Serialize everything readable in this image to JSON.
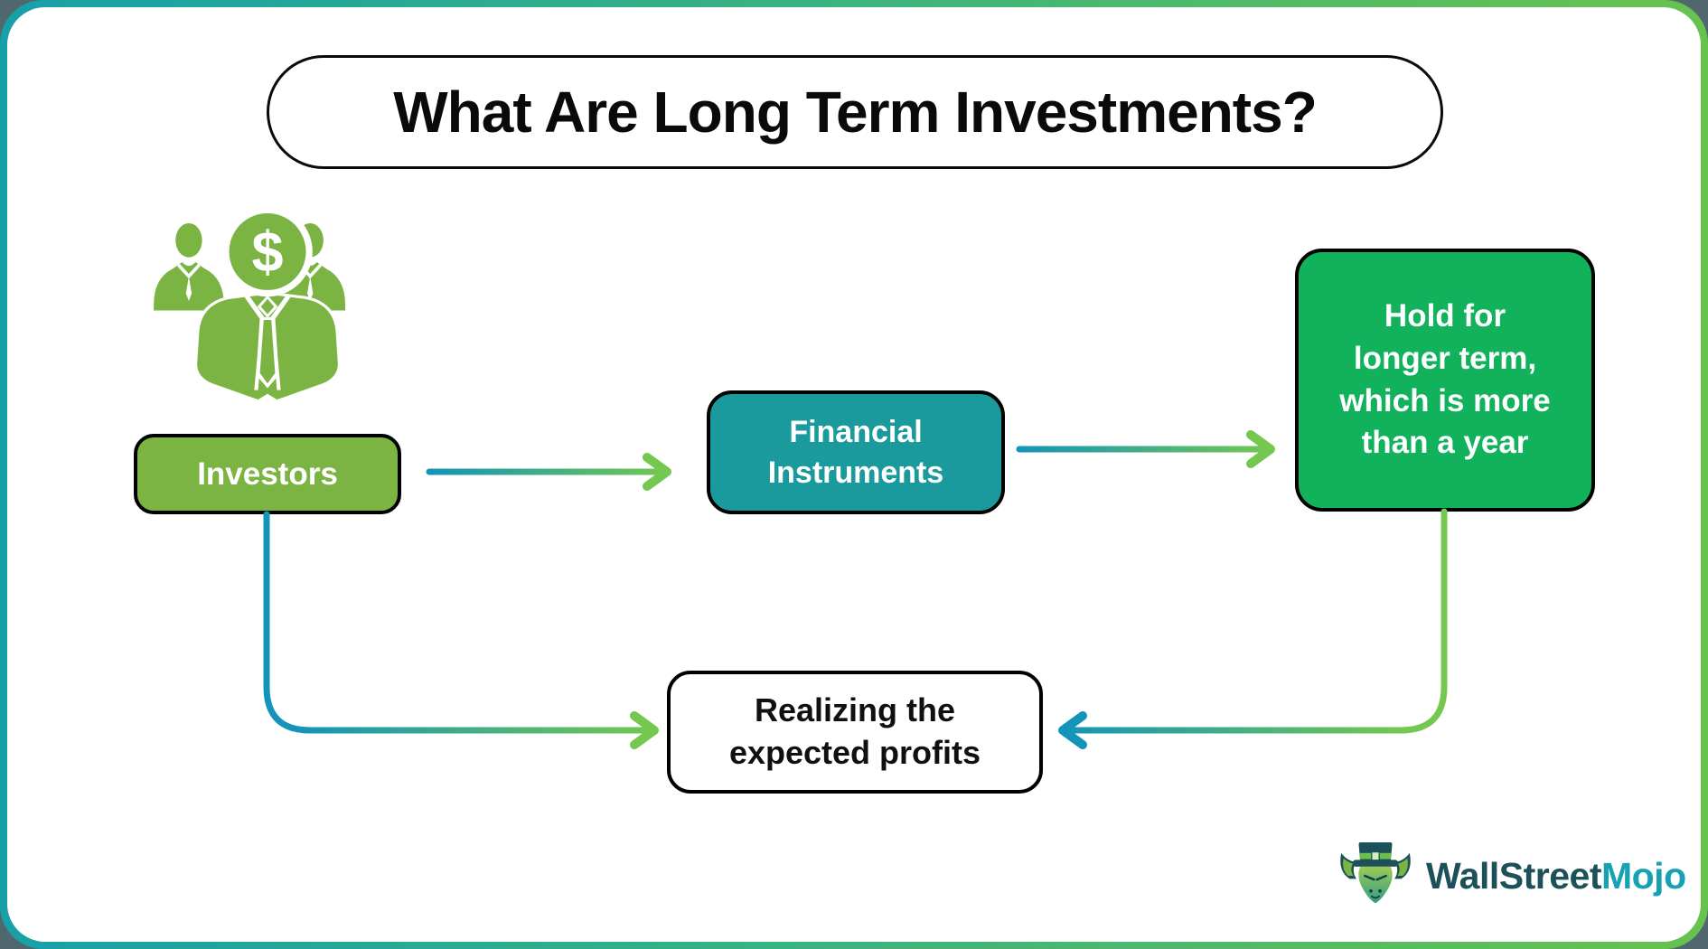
{
  "frame": {
    "outer_background": "#4F676D",
    "border_gradient_start": "#17A0A8",
    "border_gradient_end": "#68C24E",
    "card_background": "#FFFFFF"
  },
  "title": {
    "text": "What Are Long Term Investments?"
  },
  "icons": {
    "investors_group": {
      "name": "investors-group-icon",
      "color": "#7CB443",
      "dollar_symbol": "$"
    }
  },
  "nodes": {
    "investors": {
      "label": "Investors",
      "fill": "#7CB443",
      "text_color": "#FFFFFF"
    },
    "financial_instruments": {
      "label": "Financial\nInstruments",
      "fill": "#1A9A9C",
      "text_color": "#FFFFFF"
    },
    "hold_longer": {
      "label": "Hold for\nlonger term,\nwhich is more\nthan a year",
      "fill": "#12B25C",
      "text_color": "#FFFFFF"
    },
    "realizing_profits": {
      "label": "Realizing the\nexpected profits",
      "fill": "#FFFFFF",
      "text_color": "#101010"
    }
  },
  "arrows": {
    "teal": "#1494B8",
    "green": "#74C84F"
  },
  "logo": {
    "brand_part1": "WallStreet",
    "brand_part2": "Mojo",
    "part1_color": "#1C515A",
    "part2_color": "#17A2B4",
    "mascot": "bull-with-top-hat-icon"
  }
}
